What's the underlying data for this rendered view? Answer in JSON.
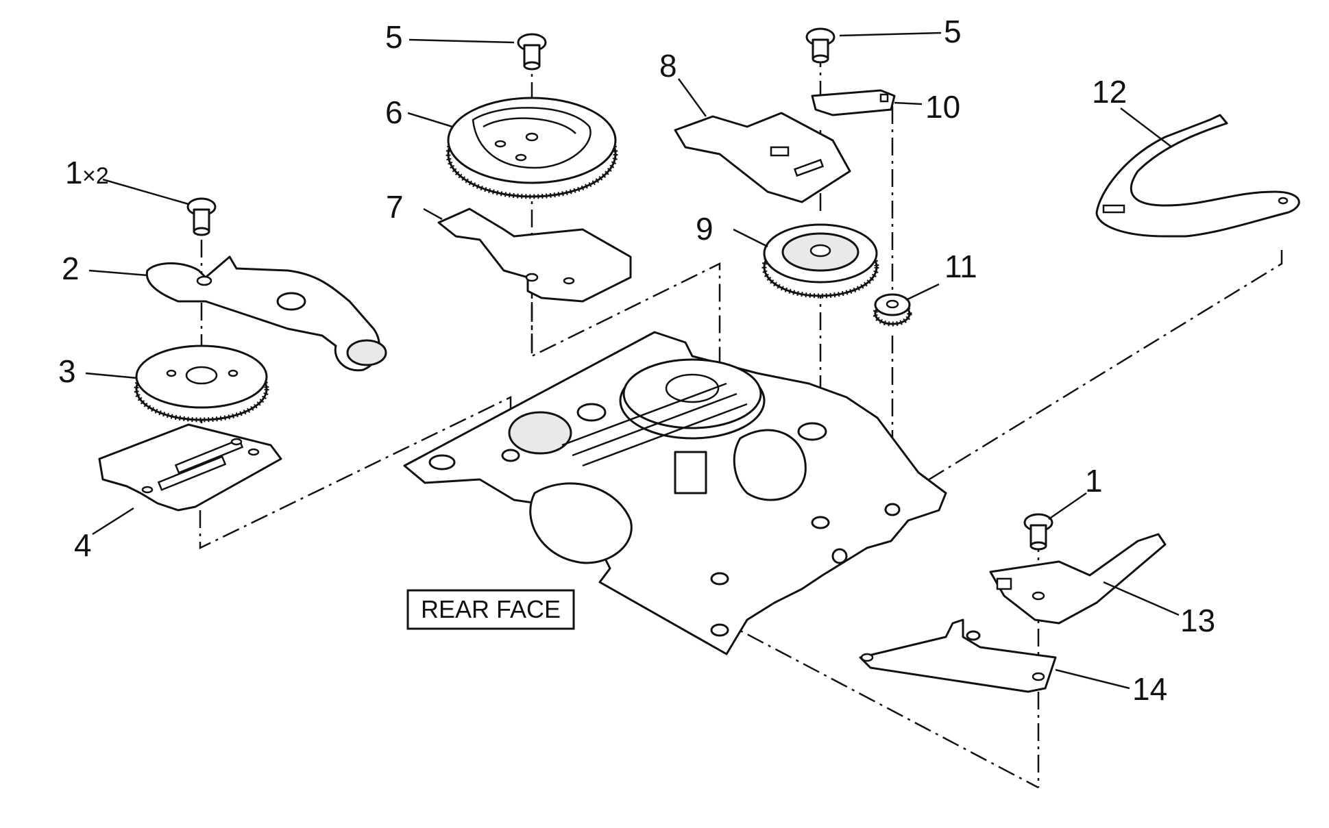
{
  "diagram": {
    "rear_face_label": "REAR FACE",
    "callouts": [
      {
        "id": "c1x2",
        "main": "1",
        "mult": "×2"
      },
      {
        "id": "c1",
        "main": "1"
      },
      {
        "id": "c2",
        "main": "2"
      },
      {
        "id": "c3",
        "main": "3"
      },
      {
        "id": "c4",
        "main": "4"
      },
      {
        "id": "c5a",
        "main": "5"
      },
      {
        "id": "c5b",
        "main": "5"
      },
      {
        "id": "c6",
        "main": "6"
      },
      {
        "id": "c7",
        "main": "7"
      },
      {
        "id": "c8",
        "main": "8"
      },
      {
        "id": "c9",
        "main": "9"
      },
      {
        "id": "c10",
        "main": "10"
      },
      {
        "id": "c11",
        "main": "11"
      },
      {
        "id": "c12",
        "main": "12"
      },
      {
        "id": "c13",
        "main": "13"
      },
      {
        "id": "c14",
        "main": "14"
      }
    ]
  }
}
